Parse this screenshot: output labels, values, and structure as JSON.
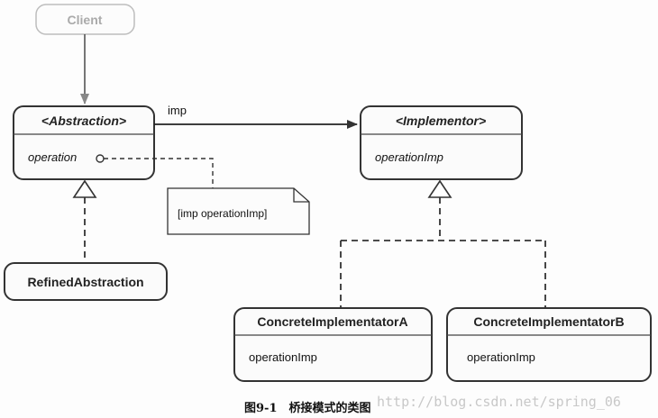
{
  "client": "Client",
  "abstraction": {
    "title": "<Abstraction>",
    "operation": "operation"
  },
  "implementor": {
    "title": "<Implementor>",
    "operation": "operationImp"
  },
  "association_label": "imp",
  "note": "[imp operationImp]",
  "refined": "RefinedAbstraction",
  "concrete_a": {
    "title": "ConcreteImplementatorA",
    "operation": "operationImp"
  },
  "concrete_b": {
    "title": "ConcreteImplementatorB",
    "operation": "operationImp"
  },
  "caption": "图9-1　桥接模式的类图",
  "watermark": "http://blog.csdn.net/spring_06"
}
